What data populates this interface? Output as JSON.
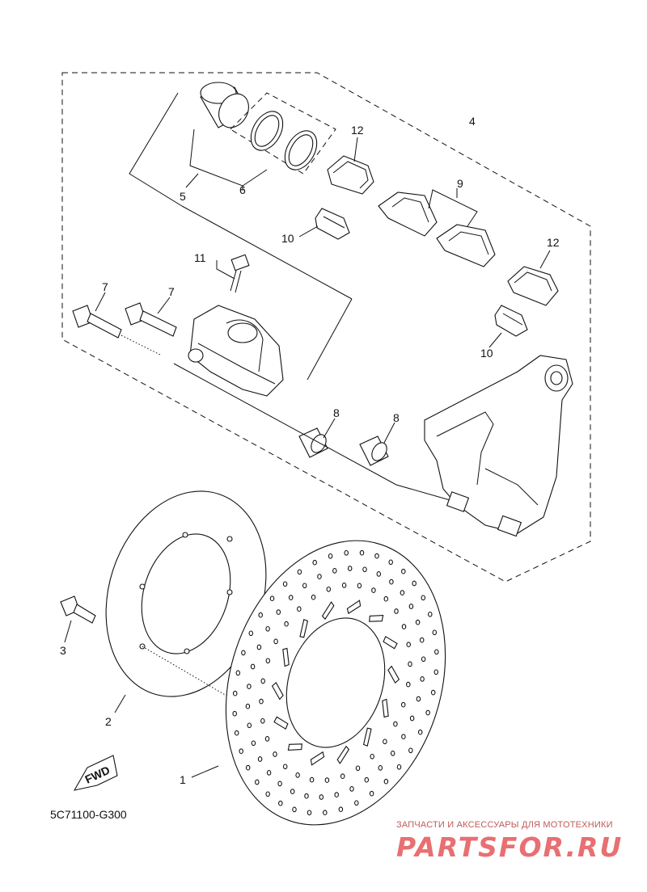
{
  "diagram_code": "5C71100-G300",
  "labels": {
    "disc": "1",
    "disc_back": "2",
    "bolt_disc": "3",
    "caliper_group": "4",
    "piston": "5",
    "seal_kit": "6",
    "bolt_a": "7",
    "bolt_b": "7",
    "boot_a": "8",
    "boot_b": "8",
    "pad": "9",
    "spring_a": "10",
    "spring_b": "10",
    "bleed_screw": "11",
    "shim_a": "12",
    "shim_b": "12"
  },
  "fwd_label": "FWD",
  "watermark": {
    "tagline": "ЗАПЧАСТИ И АКСЕССУАРЫ ДЛЯ МОТОТЕХНИКИ",
    "brand": "PARTSFOR.RU",
    "color": "#e86f72"
  }
}
